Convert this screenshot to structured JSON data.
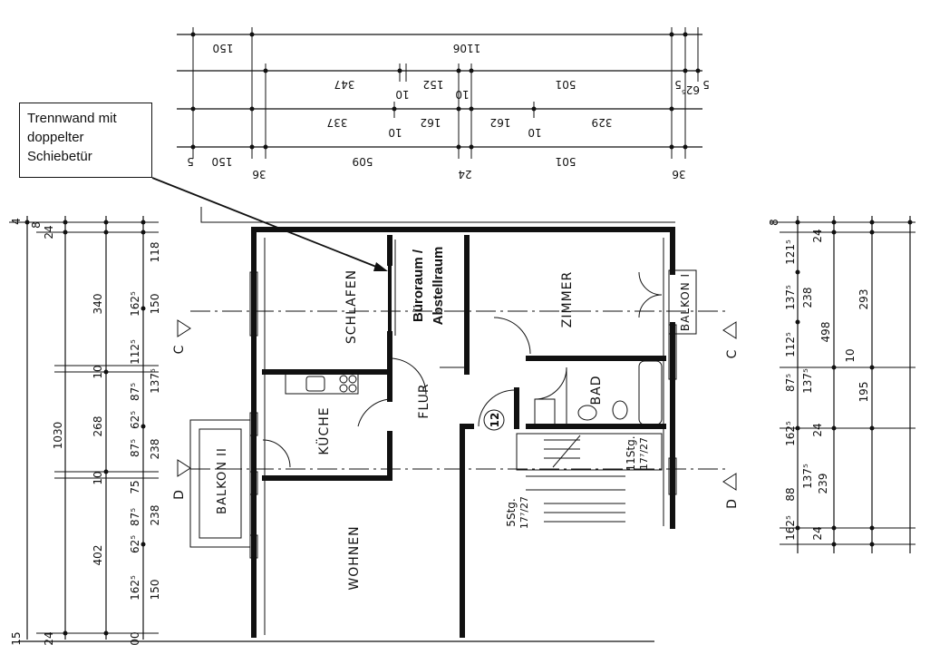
{
  "callout": {
    "lines": [
      "Trennwand mit",
      "doppelter",
      "Schiebetür"
    ]
  },
  "rooms": {
    "schlafen": "SCHLAFEN",
    "buero_line1": "Büroraum /",
    "buero_line2": "Abstellraum",
    "zimmer": "ZIMMER",
    "balkon1": "BALKON I",
    "kueche": "KÜCHE",
    "flur": "FLUR",
    "bad": "BAD",
    "balkon2": "BALKON II",
    "wohnen": "WOHNEN",
    "stair_number": "12",
    "stair_upper": "11Stg.",
    "stair_upper_ratio": "17⁷/27",
    "stair_lower": "5Stg.",
    "stair_lower_ratio": "17⁷/27"
  },
  "section_marks": {
    "c_left": "C",
    "c_right": "C",
    "d_left": "D",
    "d_right": "D"
  },
  "dims_top": {
    "row1": [
      "150",
      "1106"
    ],
    "row2": [
      "347",
      "10",
      "152",
      "10",
      "501",
      "5",
      "62⁵",
      "5"
    ],
    "row3": [
      "337",
      "10",
      "162",
      "162",
      "10",
      "329"
    ],
    "row4": [
      "5",
      "150",
      "36",
      "509",
      "24",
      "501",
      "36"
    ]
  },
  "dims_left": {
    "total": "1030",
    "col_a": [
      "340",
      "10",
      "268",
      "10",
      "402"
    ],
    "col_b": [
      "162⁵",
      "112⁵",
      "87⁵",
      "62⁵",
      "87⁵",
      "75",
      "87⁵",
      "62⁵",
      "162⁵"
    ],
    "col_c": [
      "118",
      "150",
      "137⁵",
      "238",
      "238",
      "150"
    ],
    "edge": [
      "4",
      "8",
      "24",
      "15",
      "24",
      "00"
    ]
  },
  "dims_right": {
    "col_a": [
      "8",
      "121⁵",
      "137⁵",
      "112⁵",
      "87⁵",
      "162⁵",
      "88",
      "162⁵"
    ],
    "col_b": [
      "24",
      "238",
      "498",
      "137⁵",
      "24",
      "137⁵",
      "239",
      "24"
    ],
    "col_c": [
      "293",
      "10",
      "195"
    ]
  }
}
